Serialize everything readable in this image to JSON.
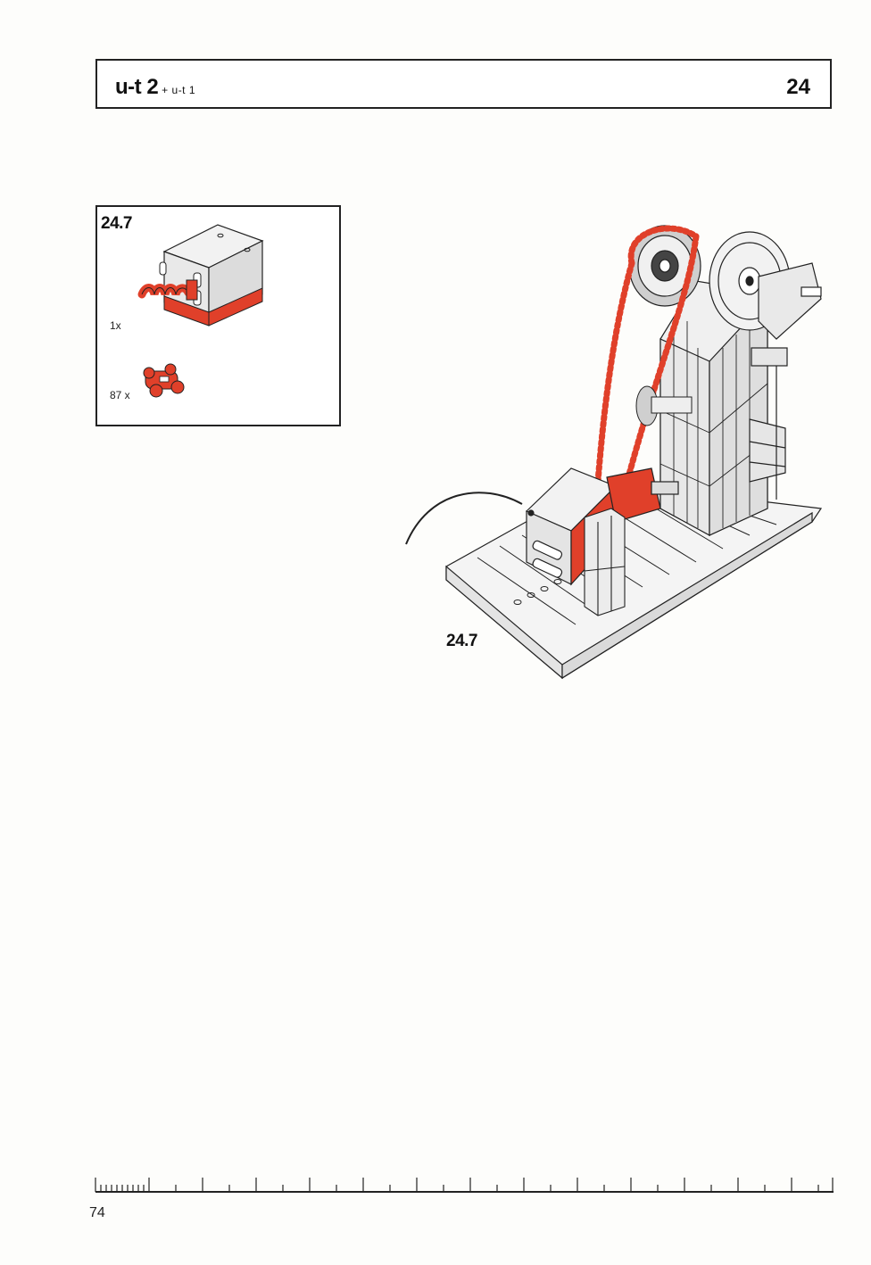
{
  "header": {
    "title": "u-t 2",
    "subtitle": "+ u-t 1",
    "chapter_number": "24"
  },
  "parts_list": {
    "step_label": "24.7",
    "items": [
      {
        "quantity": "1x",
        "part": "motor-with-worm-gear"
      },
      {
        "quantity": "87 x",
        "part": "chain-link"
      }
    ]
  },
  "main_figure": {
    "step_label": "24.7"
  },
  "footer": {
    "page_number": "74"
  },
  "colors": {
    "part_red": "#e0402a",
    "line": "#222222",
    "paper": "#fdfdfb"
  }
}
